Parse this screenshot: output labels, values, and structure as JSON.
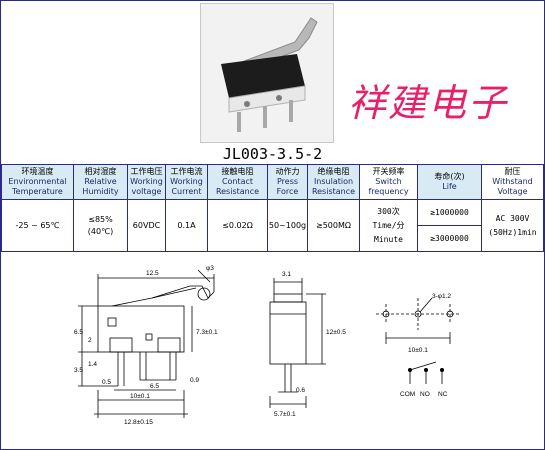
{
  "brand": "祥建电子",
  "model": "JL003-3.5-2",
  "headers": [
    {
      "cn": "环境温度",
      "en1": "Environmental",
      "en2": "Temperature"
    },
    {
      "cn": "相对湿度",
      "en1": "Relative",
      "en2": "Humidity"
    },
    {
      "cn": "工作电压",
      "en1": "Working",
      "en2": "voltage"
    },
    {
      "cn": "工作电流",
      "en1": "Working",
      "en2": "Current"
    },
    {
      "cn": "接触电阻",
      "en1": "Contact",
      "en2": "Resistance"
    },
    {
      "cn": "动作力",
      "en1": "Press",
      "en2": "Force"
    },
    {
      "cn": "绝缘电阻",
      "en1": "Insulation",
      "en2": "Resistance"
    },
    {
      "cn": "开关频率",
      "en1": "Switch",
      "en2": "frequency"
    },
    {
      "cn": "寿命(次)",
      "en1": "Life",
      "en2": ""
    },
    {
      "cn": "耐压",
      "en1": "Withstand",
      "en2": "Voltage"
    }
  ],
  "values": {
    "temperature": "-25 ~ 65℃",
    "humidity_1": "≤85%",
    "humidity_2": "(40℃)",
    "voltage": "60VDC",
    "current": "0.1A",
    "contact_resistance": "≤0.02Ω",
    "press_force": "50~100g",
    "insulation": "≥500MΩ",
    "frequency_1": "300次",
    "frequency_2": "Time/分",
    "frequency_3": "Minute",
    "life_1": "≥1000000",
    "life_2": "≥3000000",
    "withstand_1": "AC 300V",
    "withstand_2": "(50Hz)1min"
  },
  "drawing": {
    "dim_12_5": "12.5",
    "dim_phi3": "φ3",
    "dim_6_5": "6.5",
    "dim_2": "2",
    "dim_7_3": "7.3±0.1",
    "dim_3_5": "3.5",
    "dim_1_4": "1.4",
    "dim_0_5": "0.5",
    "dim_0_9": "0.9",
    "dim_6_5b": "6.5",
    "dim_10": "10±0.1",
    "dim_12_8": "12.8±0.15",
    "dim_3_1": "3.1",
    "dim_12_5v": "12±0.5",
    "dim_0_6": "0.6",
    "dim_5_7": "5.7±0.1",
    "dim_3phi": "3-φ1.2",
    "dim_10b": "10±0.1",
    "com": "COM",
    "no": "NO",
    "nc": "NC"
  }
}
